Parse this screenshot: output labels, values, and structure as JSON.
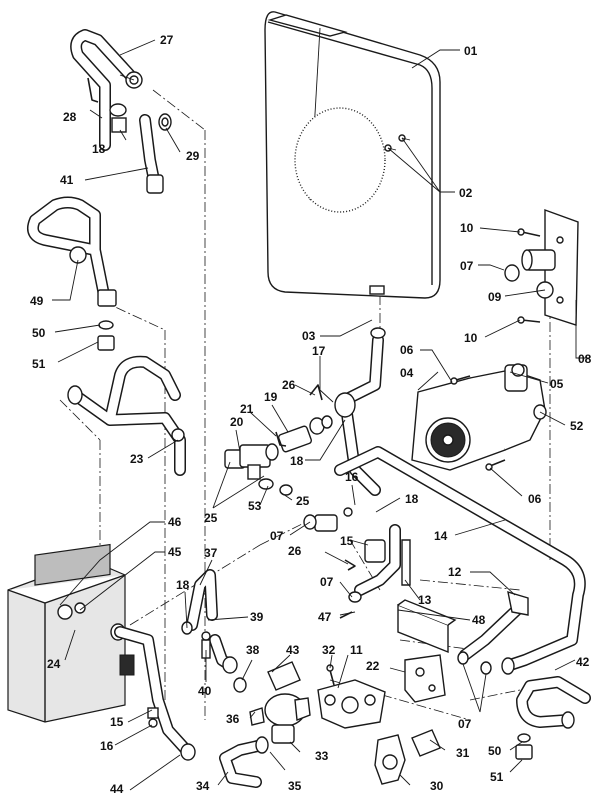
{
  "callouts": {
    "c01": "01",
    "c02": "02",
    "c03": "03",
    "c04": "04",
    "c05": "05",
    "c06a": "06",
    "c06b": "06",
    "c07a": "07",
    "c07b": "07",
    "c07c": "07",
    "c07d": "07",
    "c08": "08",
    "c09": "09",
    "c10a": "10",
    "c10b": "10",
    "c11": "11",
    "c12": "12",
    "c13": "13",
    "c14": "14",
    "c15a": "15",
    "c15b": "15",
    "c16a": "16",
    "c16b": "16",
    "c17": "17",
    "c18a": "18",
    "c18b": "18",
    "c18c": "18",
    "c18d": "18",
    "c19": "19",
    "c20": "20",
    "c21": "21",
    "c22": "22",
    "c23": "23",
    "c24": "24",
    "c25a": "25",
    "c25b": "25",
    "c26a": "26",
    "c26b": "26",
    "c27": "27",
    "c28": "28",
    "c29": "29",
    "c30": "30",
    "c31": "31",
    "c32": "32",
    "c33": "33",
    "c34": "34",
    "c35": "35",
    "c36": "36",
    "c37": "37",
    "c38": "38",
    "c39": "39",
    "c40": "40",
    "c41": "41",
    "c42": "42",
    "c43": "43",
    "c44": "44",
    "c45": "45",
    "c46": "46",
    "c47": "47",
    "c48": "48",
    "c49": "49",
    "c50a": "50",
    "c50b": "50",
    "c51a": "51",
    "c51b": "51",
    "c52": "52",
    "c53": "53"
  }
}
